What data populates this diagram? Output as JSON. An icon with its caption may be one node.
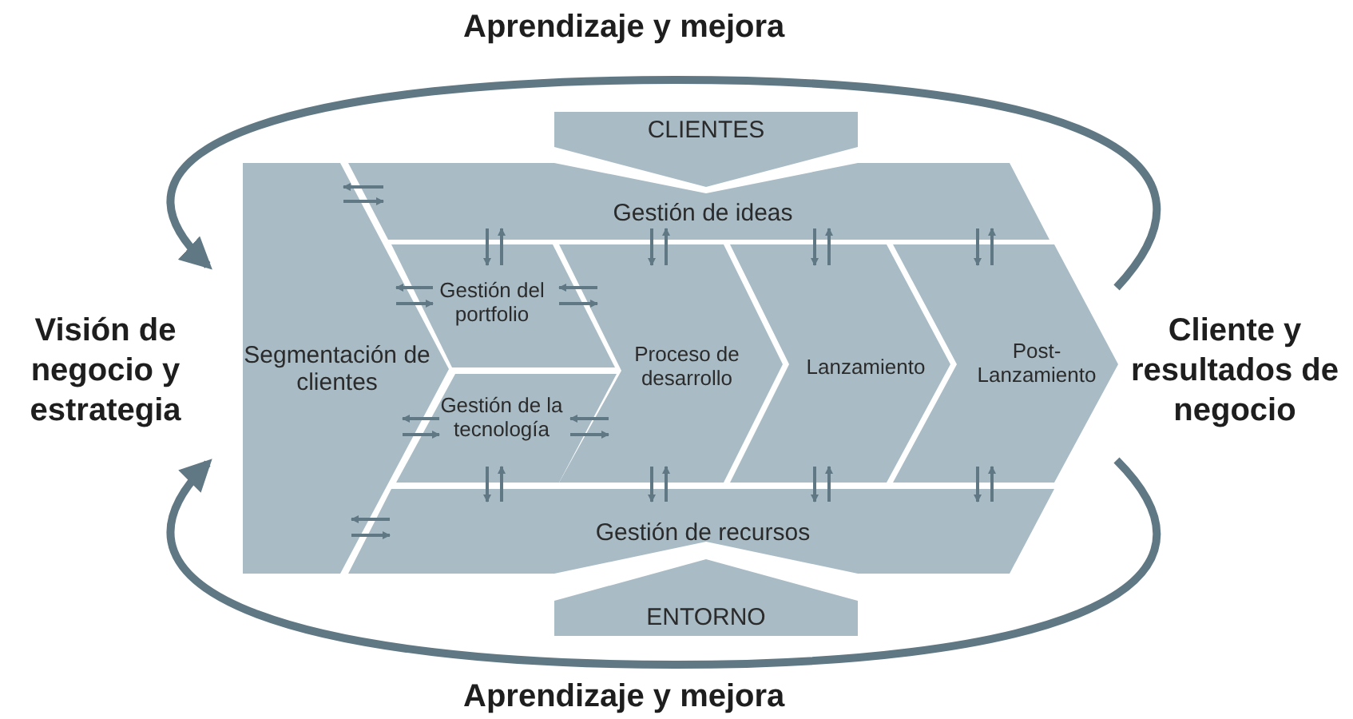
{
  "diagram": {
    "nodes": [
      {
        "text": [
          "Visión de negocio y estrategia"
        ]
      },
      {
        "text": [
          "Cliente y resultados de negocio"
        ]
      },
      {
        "text": [
          "CLIENTES"
        ]
      },
      {
        "text": [
          "Gestión de ideas"
        ]
      },
      {
        "text": [
          "Segmentación de clientes"
        ]
      },
      {
        "text": [
          "Gestión del portfolio"
        ]
      },
      {
        "text": [
          "Gestión de la tecnología"
        ]
      },
      {
        "text": [
          "Proceso de desarrollo"
        ]
      },
      {
        "text": [
          "Lanzamiento"
        ]
      },
      {
        "text": [
          "Post-Lanzamiento"
        ]
      },
      {
        "text": [
          "Gestión de recursos"
        ]
      },
      {
        "text": [
          "ENTORNO"
        ]
      }
    ],
    "edges": [
      {
        "from": 1,
        "to": 0,
        "arrow": "to",
        "label": "Aprendizaje y mejora",
        "style": "thick"
      },
      {
        "from": 1,
        "to": 0,
        "arrow": "to",
        "label": "Aprendizaje y mejora",
        "style": "thick"
      },
      {
        "from": 3,
        "to": 4,
        "arrow": "to"
      },
      {
        "from": 4,
        "to": 3,
        "arrow": "to"
      },
      {
        "from": 5,
        "to": 4,
        "arrow": "to"
      },
      {
        "from": 4,
        "to": 5,
        "arrow": "to"
      },
      {
        "from": 7,
        "to": 5,
        "arrow": "to"
      },
      {
        "from": 5,
        "to": 7,
        "arrow": "to"
      },
      {
        "from": 6,
        "to": 4,
        "arrow": "to"
      },
      {
        "from": 4,
        "to": 6,
        "arrow": "to"
      },
      {
        "from": 7,
        "to": 6,
        "arrow": "to"
      },
      {
        "from": 6,
        "to": 7,
        "arrow": "to"
      },
      {
        "from": 10,
        "to": 4,
        "arrow": "to"
      },
      {
        "from": 4,
        "to": 10,
        "arrow": "to"
      },
      {
        "from": 3,
        "to": 5,
        "arrow": "to"
      },
      {
        "from": 5,
        "to": 3,
        "arrow": "to"
      },
      {
        "from": 3,
        "to": 7,
        "arrow": "to"
      },
      {
        "from": 7,
        "to": 3,
        "arrow": "to"
      },
      {
        "from": 3,
        "to": 8,
        "arrow": "to"
      },
      {
        "from": 8,
        "to": 3,
        "arrow": "to"
      },
      {
        "from": 3,
        "to": 9,
        "arrow": "to"
      },
      {
        "from": 9,
        "to": 3,
        "arrow": "to"
      },
      {
        "from": 6,
        "to": 10,
        "arrow": "to"
      },
      {
        "from": 10,
        "to": 6,
        "arrow": "to"
      },
      {
        "from": 7,
        "to": 10,
        "arrow": "to"
      },
      {
        "from": 10,
        "to": 7,
        "arrow": "to"
      },
      {
        "from": 8,
        "to": 10,
        "arrow": "to"
      },
      {
        "from": 10,
        "to": 8,
        "arrow": "to"
      },
      {
        "from": 9,
        "to": 10,
        "arrow": "to"
      },
      {
        "from": 10,
        "to": 9,
        "arrow": "to"
      }
    ]
  }
}
